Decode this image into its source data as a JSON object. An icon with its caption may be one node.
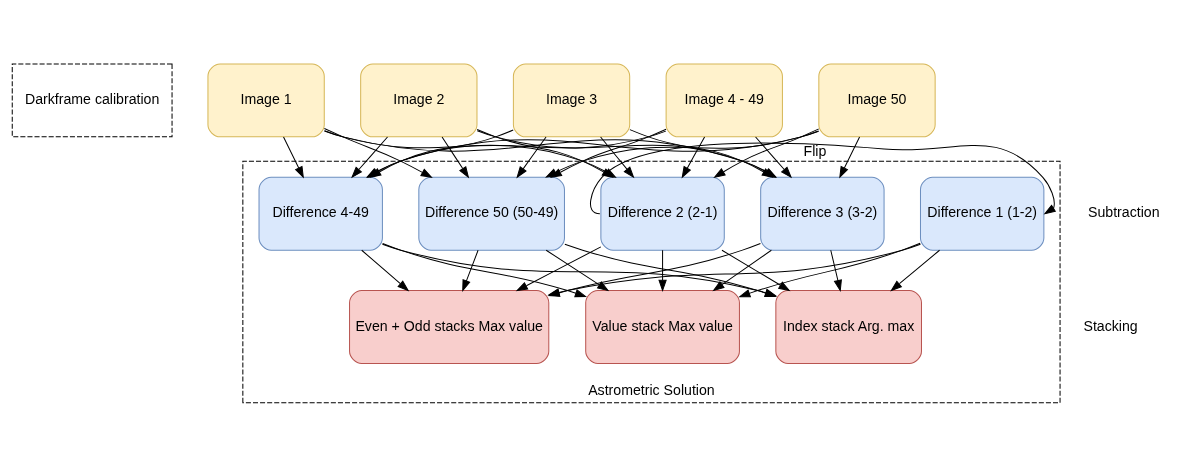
{
  "diagram": {
    "nodes": [
      {
        "text": [
          "Astrometric Solution"
        ]
      },
      {
        "text": [
          "Darkframe calibration"
        ]
      },
      {
        "text": [
          "Image 1"
        ]
      },
      {
        "text": [
          "Image 2"
        ]
      },
      {
        "text": [
          "Image 3"
        ]
      },
      {
        "text": [
          "Image 4 - 49"
        ]
      },
      {
        "text": [
          "Image 50"
        ]
      },
      {
        "text": [
          "Difference 1 (1-2)"
        ],
        "in": 0
      },
      {
        "text": [
          "Difference 2 (2-1)"
        ],
        "in": 0
      },
      {
        "text": [
          "Difference 3 (3-2)"
        ],
        "in": 0
      },
      {
        "text": [
          "Difference 4-49"
        ],
        "in": 0
      },
      {
        "text": [
          "Difference 50 (50-49)"
        ],
        "in": 0
      },
      {
        "text": [
          "Even + Odd stacks Max value"
        ],
        "in": 0
      },
      {
        "text": [
          "Value stack Max value"
        ],
        "in": 0
      },
      {
        "text": [
          "Index stack Arg. max"
        ],
        "in": 0
      }
    ],
    "edges": [
      {
        "from": 2,
        "to": 8,
        "arrow": "to"
      },
      {
        "from": 3,
        "to": 8,
        "arrow": "to"
      },
      {
        "from": 4,
        "to": 8,
        "arrow": "to"
      },
      {
        "from": 5,
        "to": 8,
        "arrow": "to"
      },
      {
        "from": 6,
        "to": 8,
        "arrow": "to"
      },
      {
        "from": 2,
        "to": 9,
        "arrow": "to"
      },
      {
        "from": 3,
        "to": 9,
        "arrow": "to"
      },
      {
        "from": 4,
        "to": 9,
        "arrow": "to"
      },
      {
        "from": 5,
        "to": 9,
        "arrow": "to"
      },
      {
        "from": 6,
        "to": 9,
        "arrow": "to"
      },
      {
        "from": 2,
        "to": 10,
        "arrow": "to"
      },
      {
        "from": 3,
        "to": 10,
        "arrow": "to"
      },
      {
        "from": 4,
        "to": 10,
        "arrow": "to"
      },
      {
        "from": 5,
        "to": 10,
        "arrow": "to"
      },
      {
        "from": 6,
        "to": 10,
        "arrow": "to"
      },
      {
        "from": 2,
        "to": 11,
        "arrow": "to"
      },
      {
        "from": 3,
        "to": 11,
        "arrow": "to"
      },
      {
        "from": 4,
        "to": 11,
        "arrow": "to"
      },
      {
        "from": 5,
        "to": 11,
        "arrow": "to"
      },
      {
        "from": 6,
        "to": 11,
        "arrow": "to"
      },
      {
        "from": 8,
        "to": 7,
        "arrow": "to",
        "label": "Flip"
      },
      {
        "from": 7,
        "to": 12,
        "arrow": "to"
      },
      {
        "from": 8,
        "to": 12,
        "arrow": "to"
      },
      {
        "from": 9,
        "to": 12,
        "arrow": "to"
      },
      {
        "from": 10,
        "to": 12,
        "arrow": "to"
      },
      {
        "from": 11,
        "to": 12,
        "arrow": "to"
      },
      {
        "from": 7,
        "to": 13,
        "arrow": "to"
      },
      {
        "from": 8,
        "to": 13,
        "arrow": "to"
      },
      {
        "from": 9,
        "to": 13,
        "arrow": "to"
      },
      {
        "from": 10,
        "to": 13,
        "arrow": "to"
      },
      {
        "from": 11,
        "to": 13,
        "arrow": "to"
      },
      {
        "from": 7,
        "to": 14,
        "arrow": "to"
      },
      {
        "from": 8,
        "to": 14,
        "arrow": "to"
      },
      {
        "from": 9,
        "to": 14,
        "arrow": "to"
      },
      {
        "from": 10,
        "to": 14,
        "arrow": "to"
      },
      {
        "from": 11,
        "to": 14,
        "arrow": "to"
      }
    ],
    "labels": [
      "Subtraction",
      "Stacking"
    ]
  }
}
